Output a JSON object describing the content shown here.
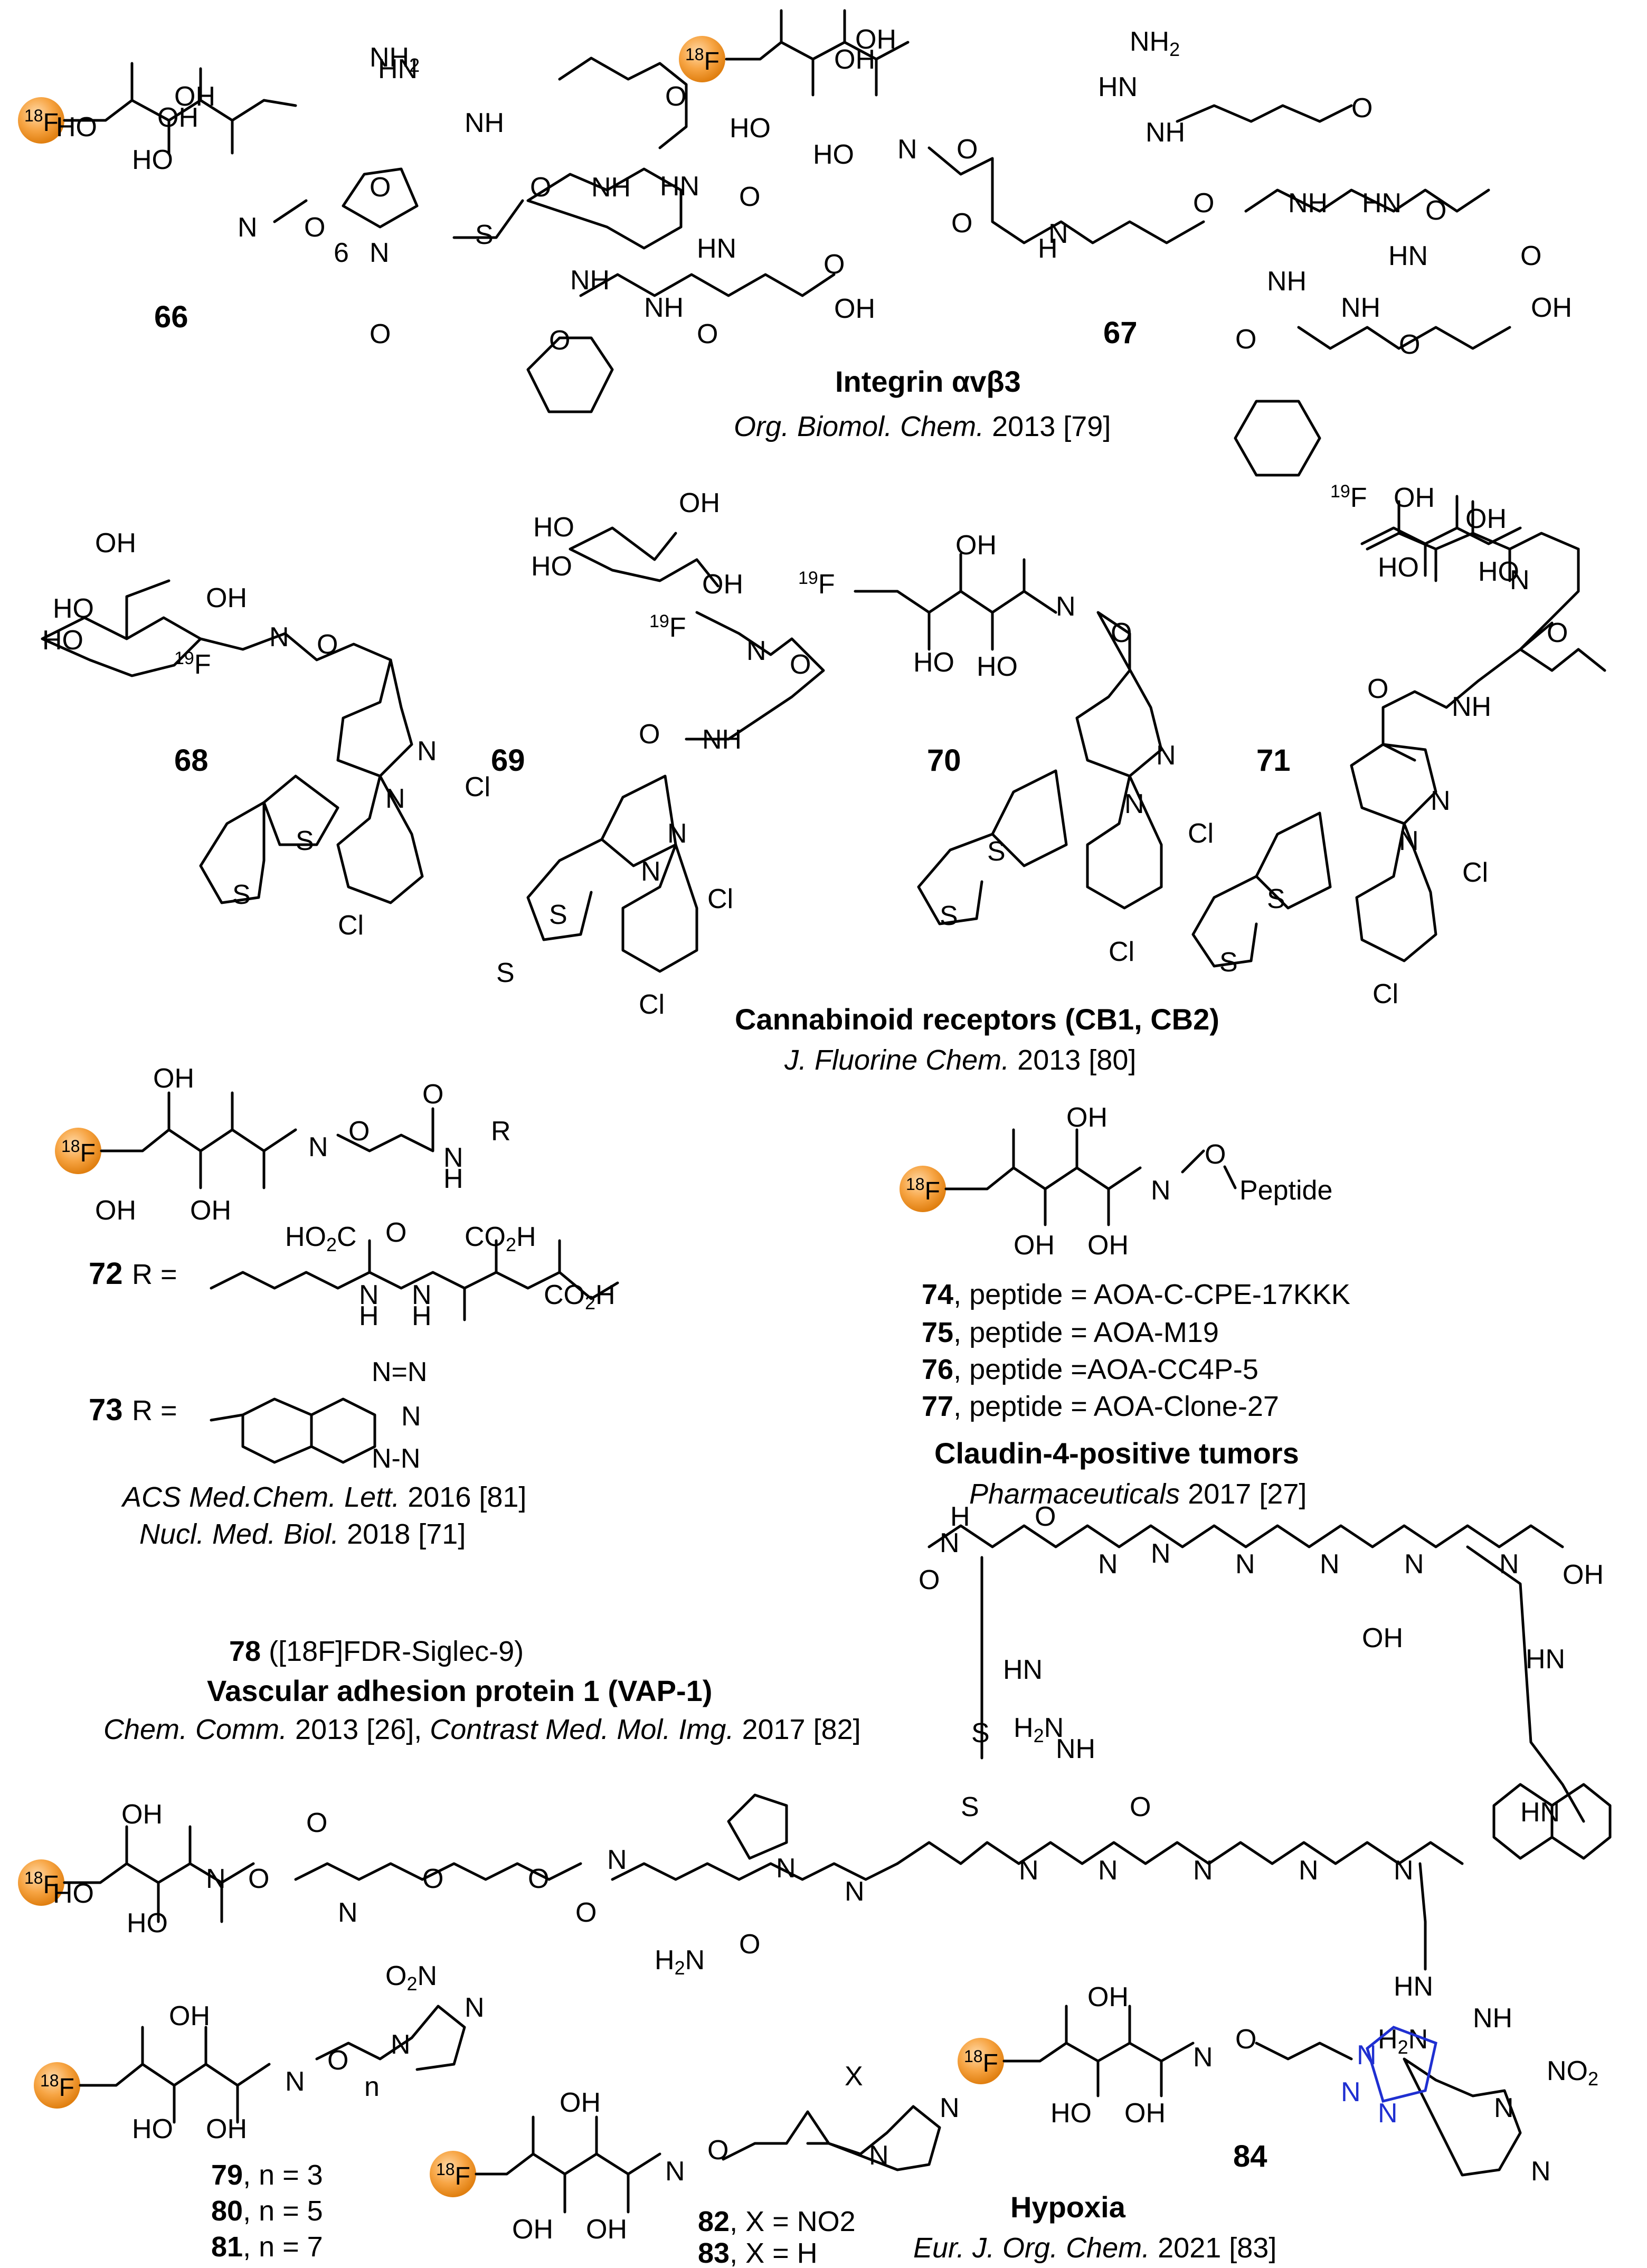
{
  "section_integrin": {
    "compounds": [
      "66",
      "67"
    ],
    "target": "Integrin αvβ3",
    "journal": "Org. Biomol. Chem.",
    "year_ref": " 2013 [79]"
  },
  "section_cannabinoid": {
    "compounds": [
      "68",
      "69",
      "70",
      "71"
    ],
    "target": "Cannabinoid receptors (CB1, CB2)",
    "journal": "J. Fluorine Chem.",
    "year_ref": " 2013 [80]"
  },
  "section_psma": {
    "compounds": [
      "72",
      "73"
    ],
    "r_label": "R =",
    "refs": [
      {
        "journal": "ACS Med.Chem. Lett.",
        "year_ref": " 2016 [81]"
      },
      {
        "journal": "Nucl. Med. Biol.",
        "year_ref": " 2018 [71]"
      }
    ]
  },
  "section_claudin": {
    "items": [
      {
        "num": "74",
        "text": ", peptide = AOA-C-CPE-17KKK"
      },
      {
        "num": "75",
        "text": ", peptide = AOA-M19"
      },
      {
        "num": "76",
        "text": ", peptide =AOA-CC4P-5"
      },
      {
        "num": "77",
        "text": ", peptide = AOA-Clone-27"
      }
    ],
    "peptide_label": "Peptide",
    "target": "Claudin-4-positive tumors",
    "journal": "Pharmaceuticals",
    "year_ref": " 2017 [27]"
  },
  "section_vap1": {
    "num": "78",
    "name": " ([18F]FDR-Siglec-9)",
    "target": "Vascular adhesion protein 1 (VAP-1)",
    "journal1": "Chem. Comm.",
    "year_ref1": " 2013 [26], ",
    "journal2": "Contrast Med. Mol. Img.",
    "year_ref2": " 2017 [82]"
  },
  "section_hypoxia": {
    "items_a": [
      {
        "num": "79",
        "text": ", n = 3"
      },
      {
        "num": "80",
        "text": ", n = 5"
      },
      {
        "num": "81",
        "text": ", n = 7"
      }
    ],
    "items_b": [
      {
        "num": "82",
        "text": ", X = NO2"
      },
      {
        "num": "83",
        "text": ", X = H"
      }
    ],
    "num_84": "84",
    "target": "Hypoxia",
    "journal": "Eur. J. Org. Chem.",
    "year_ref": " 2021 [83]"
  },
  "atom_labels": {
    "F18": "18F",
    "F19": "19F",
    "OH": "OH",
    "HO": "HO",
    "N": "N",
    "O": "O",
    "S": "S",
    "NH": "NH",
    "HN": "HN",
    "NH2": "NH2",
    "H2N": "H2N",
    "Cl": "Cl",
    "X": "X",
    "O2N": "O2N",
    "NO2": "NO2",
    "n": "n",
    "six": "6"
  },
  "colors": {
    "f18_badge": "#f5a03a",
    "triazole": "#1f2fd1",
    "text": "#000000"
  }
}
